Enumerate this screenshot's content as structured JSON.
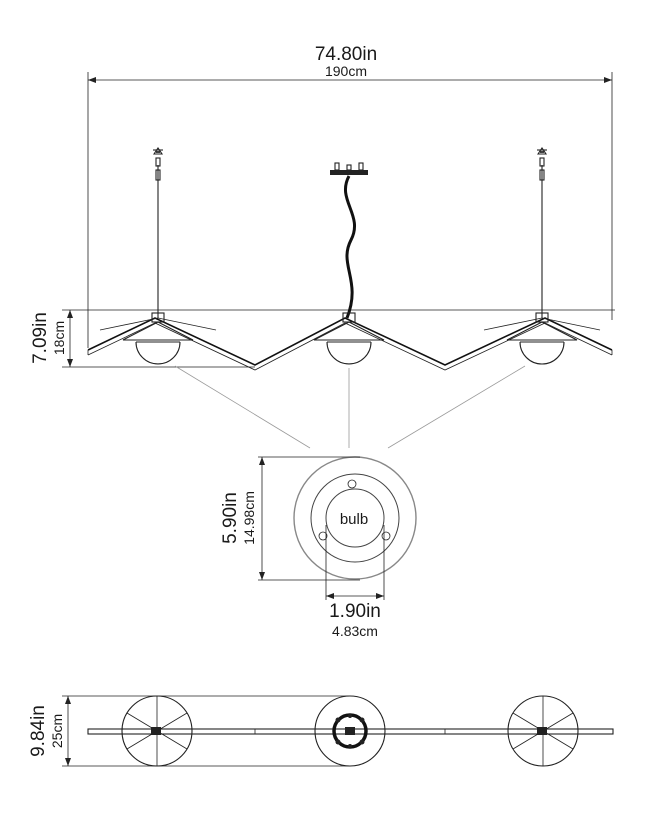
{
  "width_dimension": {
    "imperial": "74.80in",
    "metric": "190cm"
  },
  "drop_dimension": {
    "imperial": "7.09in",
    "metric": "18cm"
  },
  "canopy_dimension": {
    "imperial": "5.90in",
    "metric": "14.98cm"
  },
  "bulb_dimension": {
    "imperial": "1.90in",
    "metric": "4.83cm"
  },
  "depth_dimension": {
    "imperial": "9.84in",
    "metric": "25cm"
  },
  "bulb_label": "bulb"
}
